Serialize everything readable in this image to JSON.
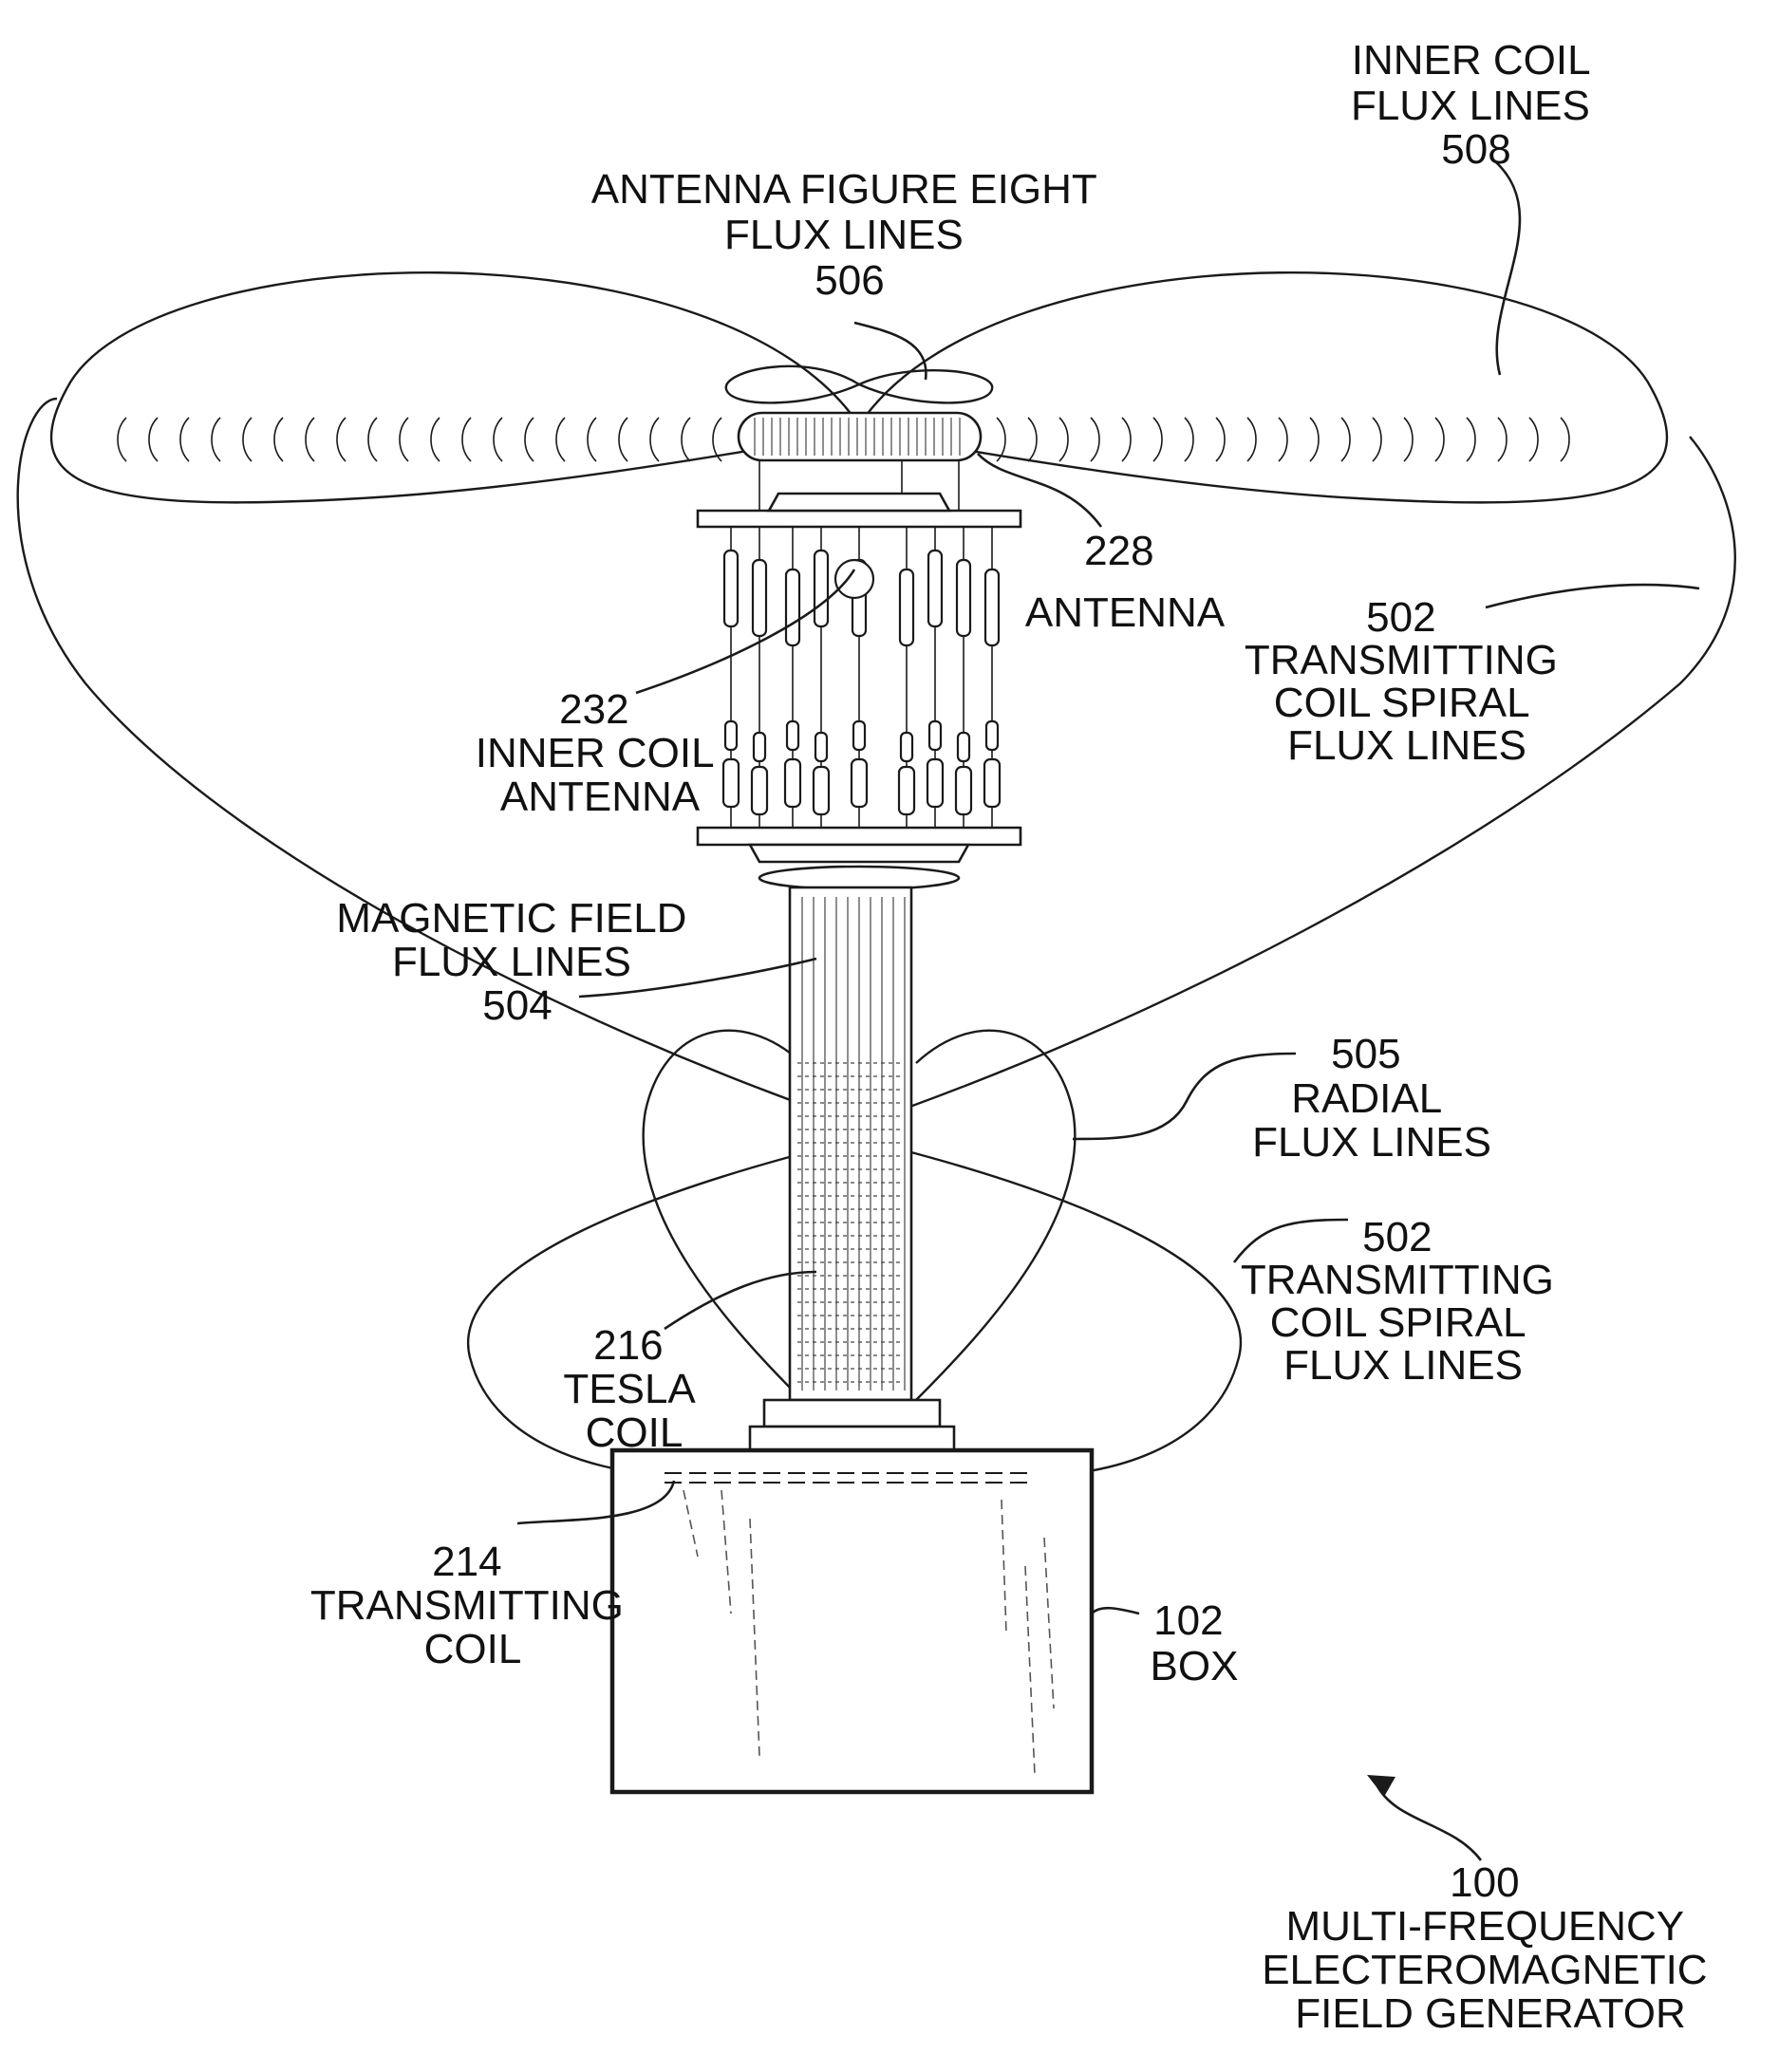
{
  "labels": {
    "inner_coil_flux": [
      "INNER COIL",
      "FLUX LINES",
      "508"
    ],
    "antenna_figure_eight": [
      "ANTENNA FIGURE EIGHT",
      "FLUX LINES",
      "506"
    ],
    "antenna": [
      "228",
      "ANTENNA"
    ],
    "transmitting_spiral_upper": [
      "502",
      "TRANSMITTING",
      "COIL SPIRAL",
      "FLUX LINES"
    ],
    "inner_coil_antenna": [
      "232",
      "INNER COIL",
      "ANTENNA"
    ],
    "magnetic_field_flux": [
      "MAGNETIC FIELD",
      "FLUX LINES",
      "504"
    ],
    "radial_flux": [
      "505",
      "RADIAL",
      "FLUX LINES"
    ],
    "transmitting_spiral_lower": [
      "502",
      "TRANSMITTING",
      "COIL SPIRAL",
      "FLUX LINES"
    ],
    "tesla_coil": [
      "216",
      "TESLA",
      "COIL"
    ],
    "transmitting_coil": [
      "214",
      "TRANSMITTING",
      "COIL"
    ],
    "box": [
      "102",
      "BOX"
    ],
    "generator": [
      "100",
      "MULTI-FREQUENCY",
      "ELECTEROMAGNETIC",
      "FIELD GENERATOR"
    ]
  },
  "icons": {
    "antenna_waves": "parenthesis-wave-icon",
    "arrow": "curved-arrow-icon"
  }
}
